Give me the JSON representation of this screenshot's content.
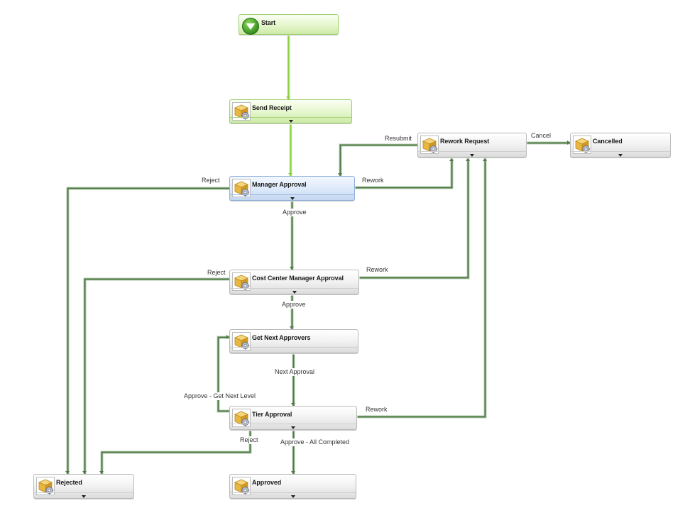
{
  "nodes": [
    {
      "id": "start",
      "label": "Start",
      "style": "green",
      "icon": "start-check-icon",
      "has_caret": false
    },
    {
      "id": "send-receipt",
      "label": "Send Receipt",
      "style": "green",
      "icon": "task-box-gear-icon",
      "has_caret": true
    },
    {
      "id": "manager-approval",
      "label": "Manager Approval",
      "style": "blue",
      "icon": "task-box-gear-icon",
      "has_caret": true
    },
    {
      "id": "rework-request",
      "label": "Rework Request",
      "style": "gray",
      "icon": "task-box-gear-icon",
      "has_caret": true
    },
    {
      "id": "cancelled",
      "label": "Cancelled",
      "style": "gray",
      "icon": "task-box-gear-icon",
      "has_caret": true
    },
    {
      "id": "cost-center-manager-approval",
      "label": "Cost Center Manager Approval",
      "style": "gray",
      "icon": "task-box-gear-icon",
      "has_caret": true
    },
    {
      "id": "get-next-approvers",
      "label": "Get Next Approvers",
      "style": "gray",
      "icon": "task-box-gear-icon",
      "has_caret": false
    },
    {
      "id": "tier-approval",
      "label": "Tier Approval",
      "style": "gray",
      "icon": "task-box-gear-icon",
      "has_caret": true
    },
    {
      "id": "rejected",
      "label": "Rejected",
      "style": "gray",
      "icon": "task-box-gear-icon",
      "has_caret": true
    },
    {
      "id": "approved",
      "label": "Approved",
      "style": "gray",
      "icon": "task-box-gear-icon",
      "has_caret": true
    }
  ],
  "edges": [
    {
      "id": "start-to-send-receipt",
      "from": "start",
      "to": "send-receipt",
      "label": "",
      "color": "#8ccf3e"
    },
    {
      "id": "send-receipt-to-manager-approval",
      "from": "send-receipt",
      "to": "manager-approval",
      "label": "",
      "color": "#8ccf3e"
    },
    {
      "id": "manager-approval-approve",
      "from": "manager-approval",
      "to": "cost-center-manager-approval",
      "label": "Approve",
      "color": "#4e7a44"
    },
    {
      "id": "manager-approval-reject",
      "from": "manager-approval",
      "to": "rejected",
      "label": "Reject",
      "color": "#4e7a44"
    },
    {
      "id": "manager-approval-rework",
      "from": "manager-approval",
      "to": "rework-request",
      "label": "Rework",
      "color": "#4e7a44"
    },
    {
      "id": "rework-request-resubmit",
      "from": "rework-request",
      "to": "manager-approval",
      "label": "Resubmit",
      "color": "#4e7a44"
    },
    {
      "id": "rework-request-cancel",
      "from": "rework-request",
      "to": "cancelled",
      "label": "Cancel",
      "color": "#4e7a44"
    },
    {
      "id": "cost-center-approve",
      "from": "cost-center-manager-approval",
      "to": "get-next-approvers",
      "label": "Approve",
      "color": "#4e7a44"
    },
    {
      "id": "cost-center-reject",
      "from": "cost-center-manager-approval",
      "to": "rejected",
      "label": "Reject",
      "color": "#4e7a44"
    },
    {
      "id": "cost-center-rework",
      "from": "cost-center-manager-approval",
      "to": "rework-request",
      "label": "Rework",
      "color": "#4e7a44"
    },
    {
      "id": "get-next-approvers-next-approval",
      "from": "get-next-approvers",
      "to": "tier-approval",
      "label": "Next Approval",
      "color": "#4e7a44"
    },
    {
      "id": "tier-approval-get-next-level",
      "from": "tier-approval",
      "to": "get-next-approvers",
      "label": "Approve - Get Next Level",
      "color": "#4e7a44"
    },
    {
      "id": "tier-approval-rework",
      "from": "tier-approval",
      "to": "rework-request",
      "label": "Rework",
      "color": "#4e7a44"
    },
    {
      "id": "tier-approval-reject",
      "from": "tier-approval",
      "to": "rejected",
      "label": "Reject",
      "color": "#4e7a44"
    },
    {
      "id": "tier-approval-all-completed",
      "from": "tier-approval",
      "to": "approved",
      "label": "Approve - All Completed",
      "color": "#4e7a44"
    }
  ]
}
